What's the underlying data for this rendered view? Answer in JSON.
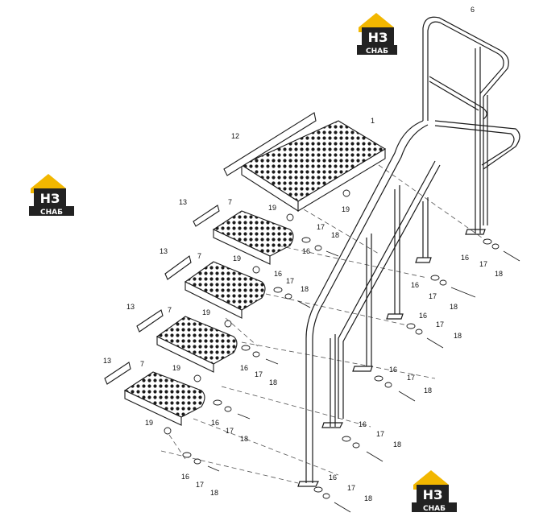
{
  "logo": {
    "mark": "НЗ",
    "caption": "СНАБ",
    "colors": {
      "roof": "#f2b700",
      "body": "#222222",
      "text": "#ffffff"
    }
  },
  "colors": {
    "line": "#1a1a1a",
    "dash": "#555555"
  },
  "callouts": [
    {
      "id": "c6",
      "text": "6"
    },
    {
      "id": "c1",
      "text": "1"
    },
    {
      "id": "c12",
      "text": "12"
    },
    {
      "id": "c13a",
      "text": "13"
    },
    {
      "id": "c7a",
      "text": "7"
    },
    {
      "id": "c19a",
      "text": "19"
    },
    {
      "id": "c19b",
      "text": "19"
    },
    {
      "id": "c17a",
      "text": "17"
    },
    {
      "id": "c18a",
      "text": "18"
    },
    {
      "id": "c16a",
      "text": "16"
    },
    {
      "id": "c19c",
      "text": "19"
    },
    {
      "id": "c13b",
      "text": "13"
    },
    {
      "id": "c7b",
      "text": "7"
    },
    {
      "id": "c16b",
      "text": "16"
    },
    {
      "id": "c17b",
      "text": "17"
    },
    {
      "id": "c18b",
      "text": "18"
    },
    {
      "id": "c19d",
      "text": "19"
    },
    {
      "id": "c13c",
      "text": "13"
    },
    {
      "id": "c7c",
      "text": "7"
    },
    {
      "id": "c16c",
      "text": "16"
    },
    {
      "id": "c17c",
      "text": "17"
    },
    {
      "id": "c18c",
      "text": "18"
    },
    {
      "id": "c19e",
      "text": "19"
    },
    {
      "id": "c13d",
      "text": "13"
    },
    {
      "id": "c7d",
      "text": "7"
    },
    {
      "id": "c16d",
      "text": "16"
    },
    {
      "id": "c17d",
      "text": "17"
    },
    {
      "id": "c18d",
      "text": "18"
    },
    {
      "id": "c19f",
      "text": "19"
    },
    {
      "id": "c16e",
      "text": "16"
    },
    {
      "id": "c17e",
      "text": "17"
    },
    {
      "id": "c18e",
      "text": "18"
    },
    {
      "id": "c16f",
      "text": "16"
    },
    {
      "id": "c17f",
      "text": "17"
    },
    {
      "id": "c18f",
      "text": "18"
    },
    {
      "id": "c16g",
      "text": "16"
    },
    {
      "id": "c17g",
      "text": "17"
    },
    {
      "id": "c18g",
      "text": "18"
    },
    {
      "id": "c16h",
      "text": "16"
    },
    {
      "id": "c17h",
      "text": "17"
    },
    {
      "id": "c18h",
      "text": "18"
    },
    {
      "id": "c16i",
      "text": "16"
    },
    {
      "id": "c17i",
      "text": "17"
    },
    {
      "id": "c18i",
      "text": "18"
    },
    {
      "id": "c16j",
      "text": "16"
    },
    {
      "id": "c17j",
      "text": "17"
    },
    {
      "id": "c18j",
      "text": "18"
    },
    {
      "id": "c16k",
      "text": "16"
    },
    {
      "id": "c17k",
      "text": "17"
    },
    {
      "id": "c18k",
      "text": "18"
    }
  ]
}
